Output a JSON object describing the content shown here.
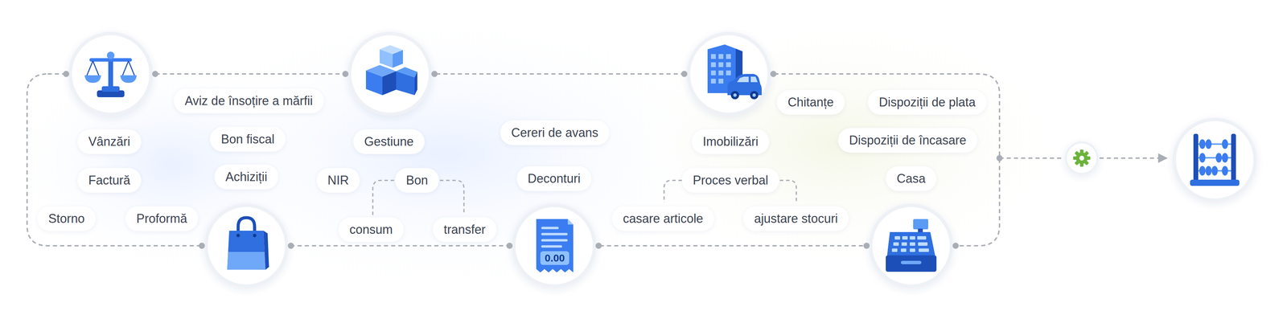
{
  "diagram": {
    "nodes": [
      {
        "text": [
          "Aviz de însoțire a mărfii"
        ]
      },
      {
        "text": [
          "Chitanțe"
        ]
      },
      {
        "text": [
          "Dispoziții de plata"
        ]
      },
      {
        "text": [
          "Cereri de avans"
        ]
      },
      {
        "text": [
          "Vânzări"
        ]
      },
      {
        "text": [
          "Bon fiscal"
        ]
      },
      {
        "text": [
          "Gestiune"
        ]
      },
      {
        "text": [
          "Imobilizări"
        ]
      },
      {
        "text": [
          "Dispoziții de încasare"
        ]
      },
      {
        "text": [
          "Factură"
        ]
      },
      {
        "text": [
          "Achiziții"
        ]
      },
      {
        "text": [
          "NIR"
        ]
      },
      {
        "text": [
          "Bon"
        ]
      },
      {
        "text": [
          "Deconturi"
        ]
      },
      {
        "text": [
          "Proces verbal"
        ]
      },
      {
        "text": [
          "Casa"
        ]
      },
      {
        "text": [
          "Storno"
        ]
      },
      {
        "text": [
          "Proformă"
        ]
      },
      {
        "text": [
          "casare articole"
        ]
      },
      {
        "text": [
          "ajustare stocuri"
        ]
      },
      {
        "text": [
          "consum"
        ]
      },
      {
        "text": [
          "transfer"
        ]
      }
    ],
    "labels": [
      "0.00"
    ]
  }
}
